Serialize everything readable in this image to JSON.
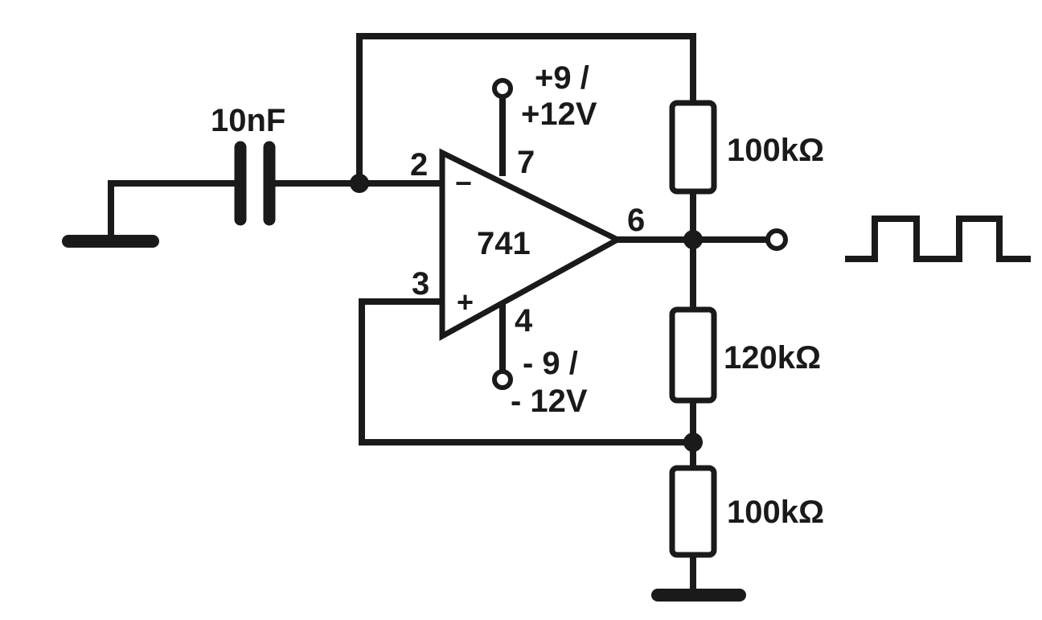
{
  "capacitor": {
    "label": "10nF"
  },
  "opamp": {
    "label": "741",
    "inverting_symbol": "−",
    "noninverting_symbol": "+",
    "pins": {
      "inverting": "2",
      "noninverting": "3",
      "v_neg": "4",
      "output": "6",
      "v_pos": "7"
    }
  },
  "supply": {
    "positive": [
      "+9 /",
      "+12V"
    ],
    "negative": [
      "- 9 /",
      "- 12V"
    ]
  },
  "resistors": {
    "feedback_top": "100kΩ",
    "middle": "120kΩ",
    "bottom": "100kΩ"
  },
  "output": {
    "waveform": "square-wave"
  }
}
